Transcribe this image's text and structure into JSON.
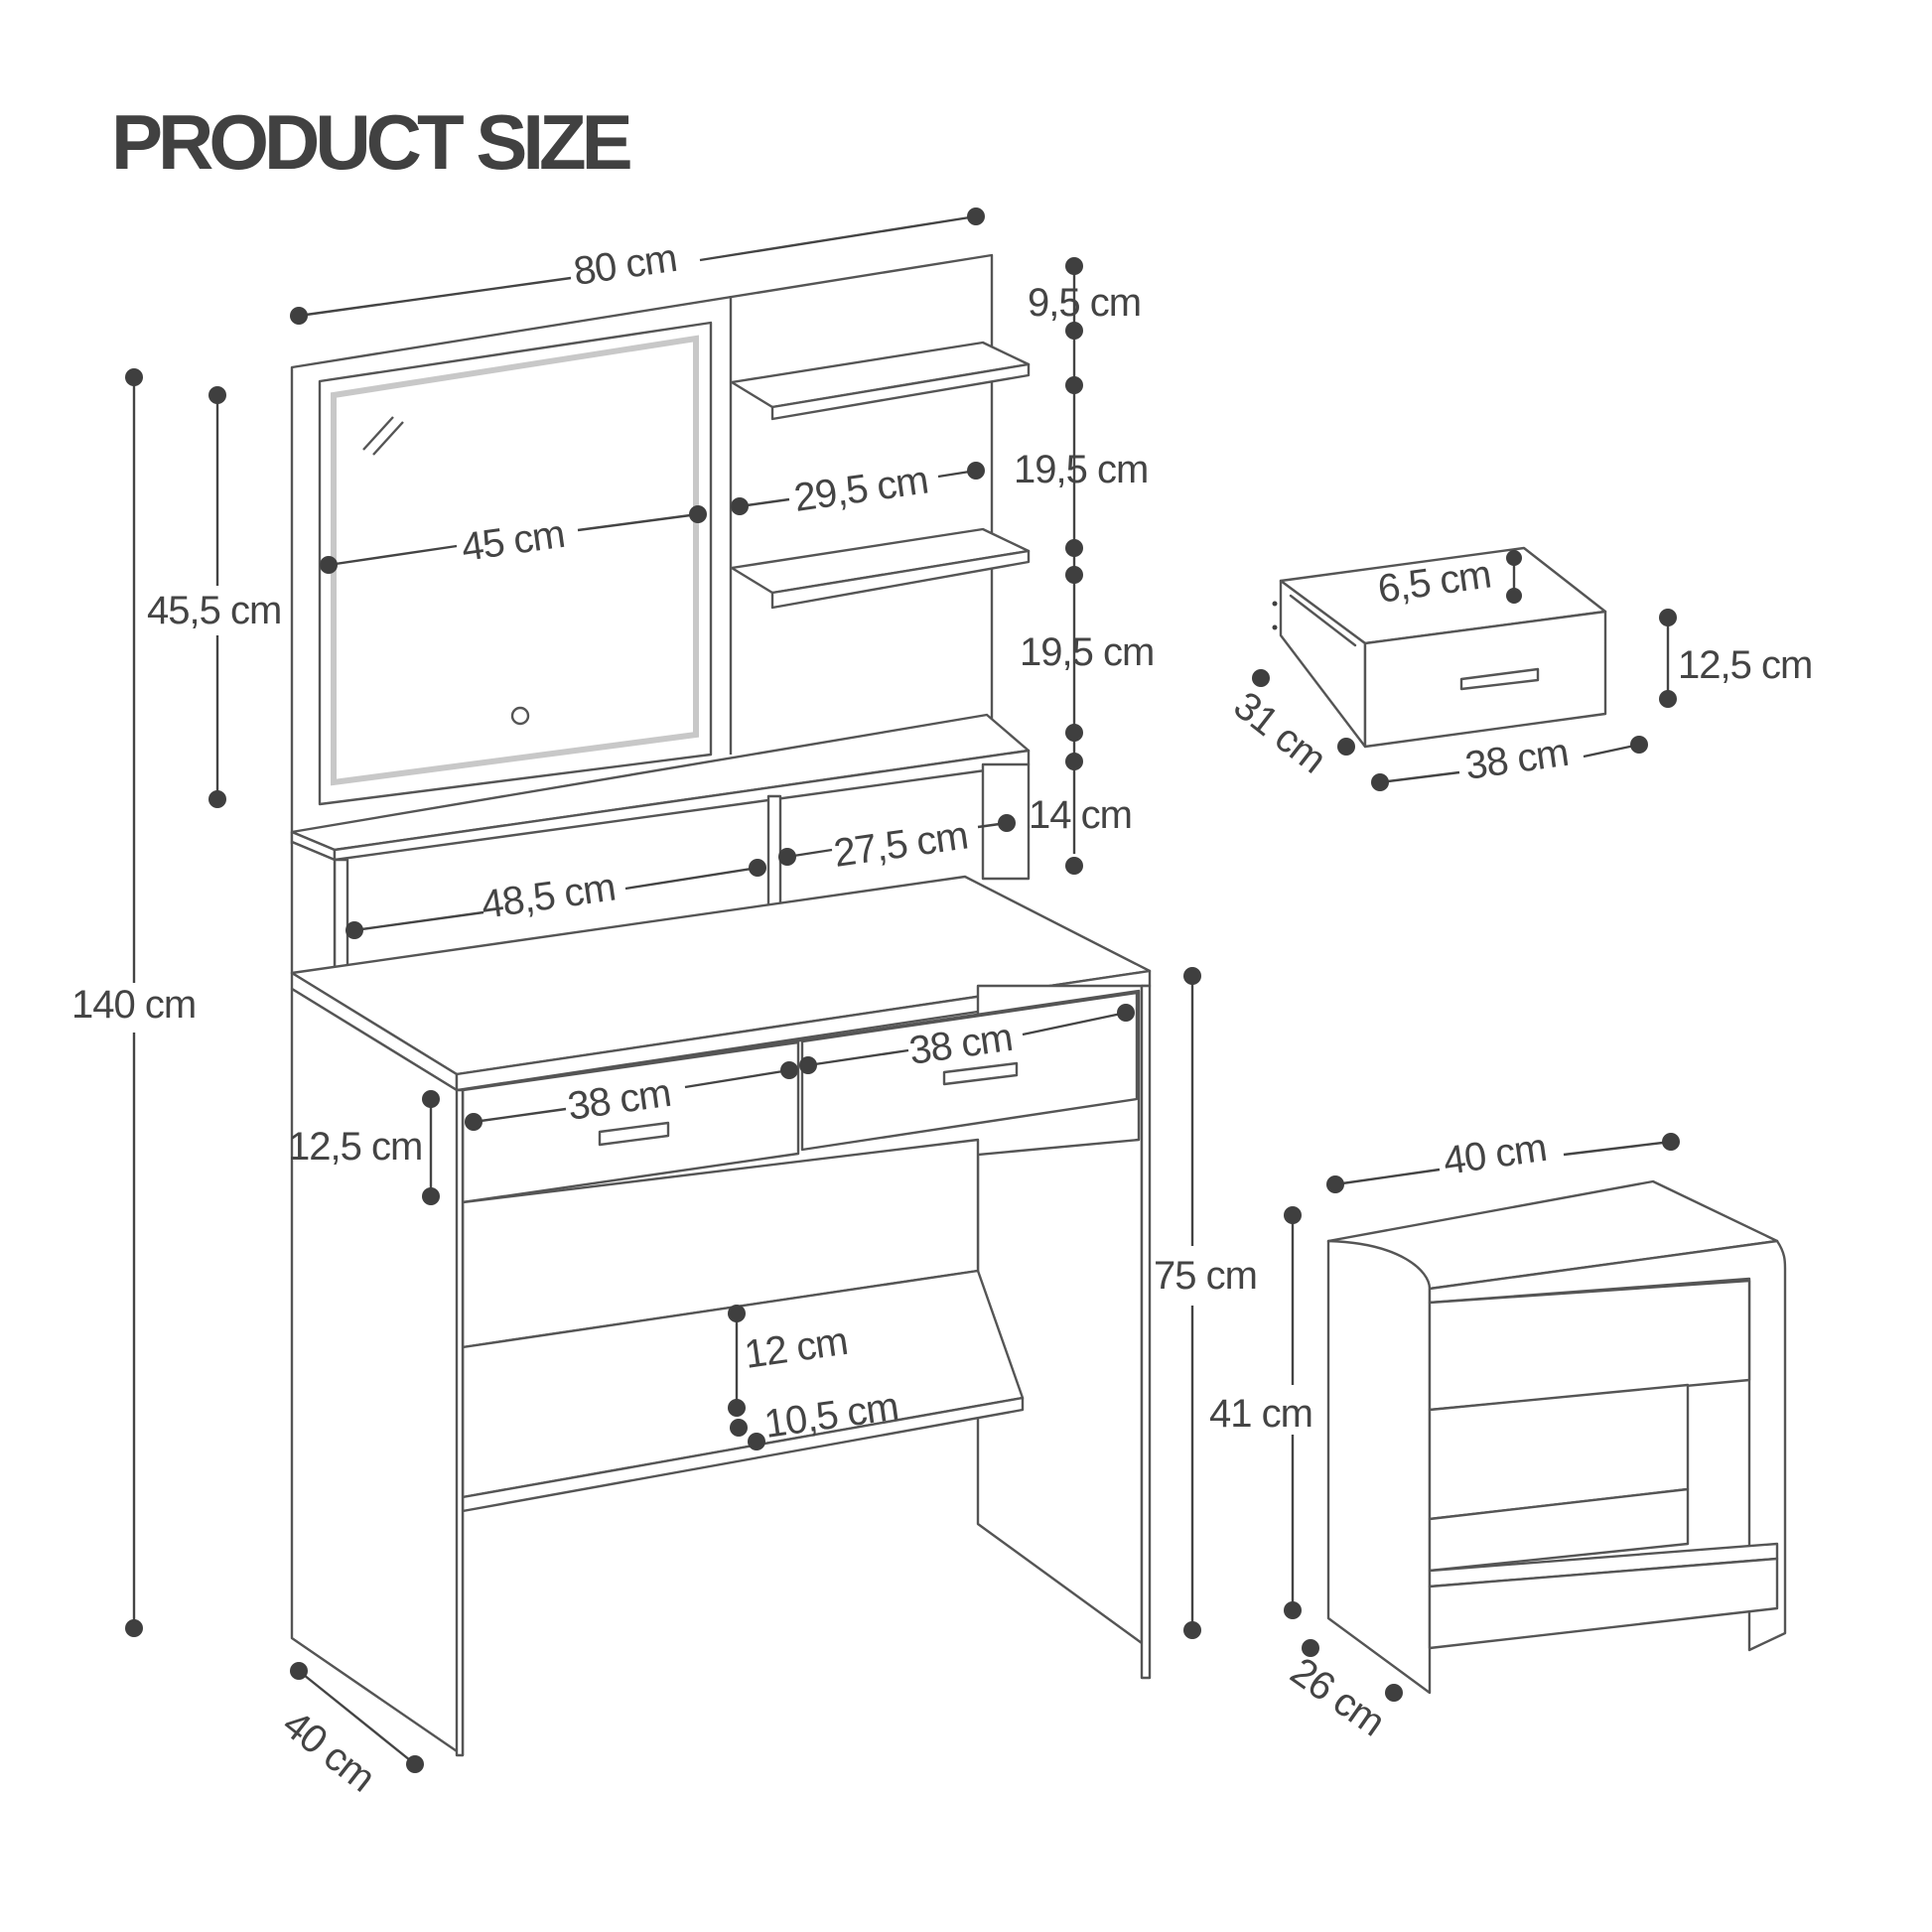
{
  "title": "PRODUCT SIZE",
  "dimensions": {
    "table_width": "80 cm",
    "top_shelf_gap": "9,5 cm",
    "shelf_gap_1": "19,5 cm",
    "shelf_gap_2": "19,5 cm",
    "lower_shelf_gap": "14 cm",
    "shelf_depth": "29,5 cm",
    "mirror_width": "45 cm",
    "mirror_height": "45,5 cm",
    "total_height": "140 cm",
    "compartment_width": "27,5 cm",
    "open_shelf_width": "48,5 cm",
    "drawer_right_width": "38 cm",
    "drawer_left_width": "38 cm",
    "drawer_front_height": "12,5 cm",
    "table_height": "75 cm",
    "bottom_shelf_gap": "12 cm",
    "bottom_shelf_depth": "10,5 cm",
    "table_depth": "40 cm",
    "drawer_inner_height": "6,5 cm",
    "drawer_height": "12,5 cm",
    "drawer_depth": "31 cm",
    "drawer_width": "38 cm",
    "stool_width": "40 cm",
    "stool_height": "41 cm",
    "stool_depth": "26 cm"
  }
}
